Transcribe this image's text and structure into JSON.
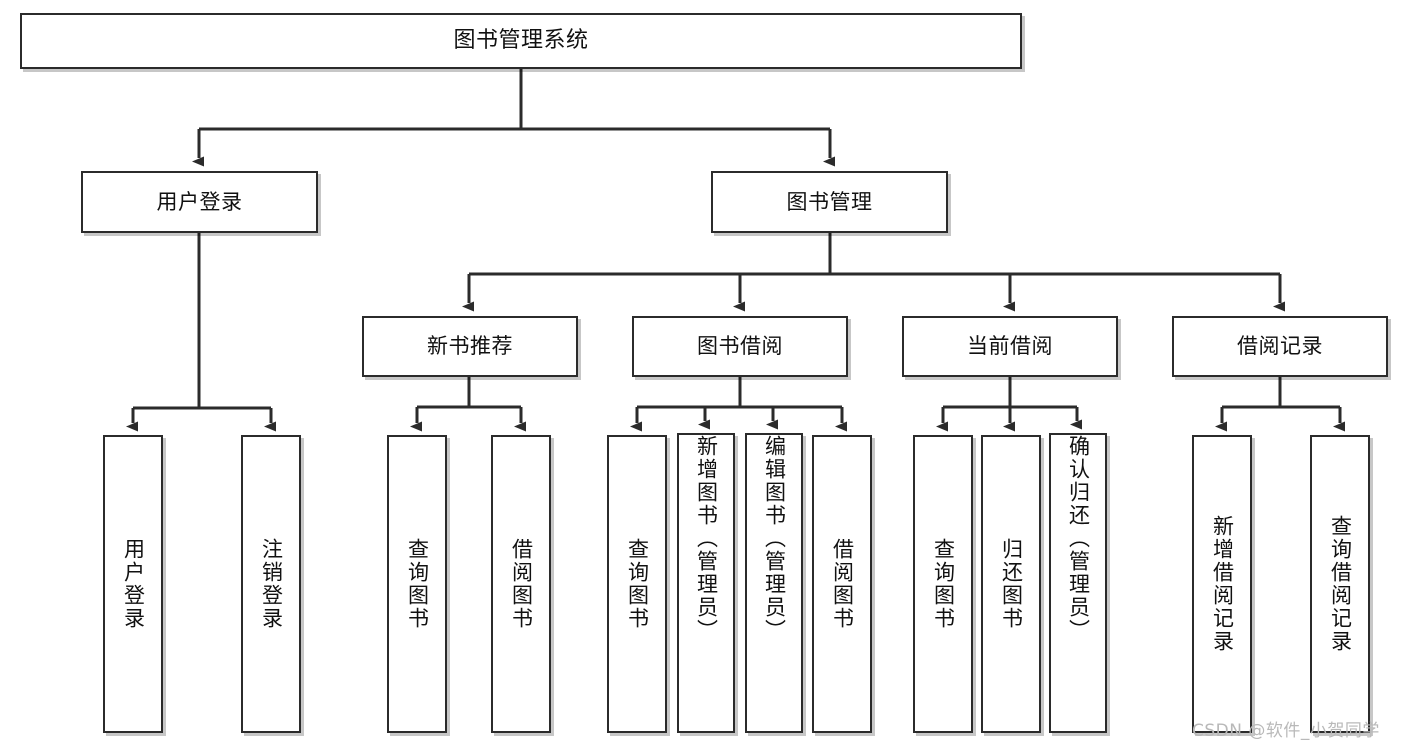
{
  "diagram": {
    "title": "图书管理系统",
    "type": "tree-structure-chart",
    "watermark": "CSDN @软件_小贺同学",
    "colors": {
      "box_border": "#2b2b2b",
      "box_fill": "#ffffff",
      "connector": "#2b2b2b",
      "text": "#111111",
      "watermark": "#b9b9b9",
      "background": "#ffffff"
    },
    "nodes": {
      "root": "图书管理系统",
      "level2": {
        "user_login": "用户登录",
        "book_manage": "图书管理"
      },
      "level3": {
        "new_book_recommend": "新书推荐",
        "book_borrow": "图书借阅",
        "current_borrow": "当前借阅",
        "borrow_record": "借阅记录"
      },
      "leaves": {
        "user_login_children": [
          "用户登录",
          "注销登录"
        ],
        "new_book_recommend_children": [
          "查询图书",
          "借阅图书"
        ],
        "book_borrow_children": [
          "查询图书",
          "新增图书（管理员）",
          "编辑图书（管理员）",
          "借阅图书"
        ],
        "current_borrow_children": [
          "查询图书",
          "归还图书",
          "确认归还（管理员）"
        ],
        "borrow_record_children": [
          "新增借阅记录",
          "查询借阅记录"
        ]
      }
    }
  }
}
